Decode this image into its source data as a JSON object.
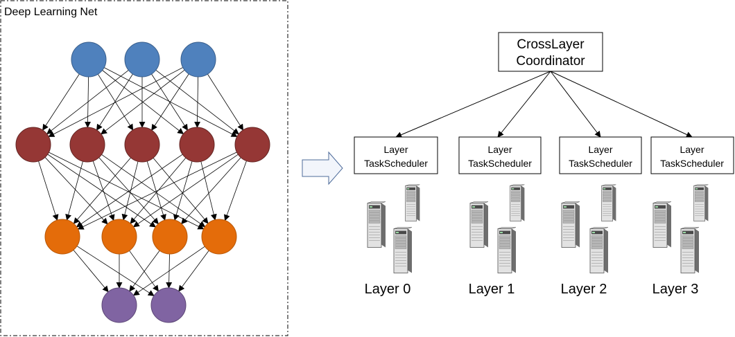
{
  "network": {
    "title": "Deep Learning Net",
    "layers": [
      {
        "color": "#4f81bd",
        "stroke": "#385d8a",
        "nodes": 3
      },
      {
        "color": "#953735",
        "stroke": "#632523",
        "nodes": 5
      },
      {
        "color": "#e46c0a",
        "stroke": "#b65708",
        "nodes": 4
      },
      {
        "color": "#8064a2",
        "stroke": "#5c4776",
        "nodes": 2
      }
    ]
  },
  "coordinator": {
    "line1": "CrossLayer",
    "line2": "Coordinator"
  },
  "schedulers": [
    {
      "line1": "Layer",
      "line2": "TaskScheduler",
      "label": "Layer 0"
    },
    {
      "line1": "Layer",
      "line2": "TaskScheduler",
      "label": "Layer 1"
    },
    {
      "line1": "Layer",
      "line2": "TaskScheduler",
      "label": "Layer 2"
    },
    {
      "line1": "Layer",
      "line2": "TaskScheduler",
      "label": "Layer 3"
    }
  ],
  "arrow_icon": "block-arrow-right-icon",
  "server_icon": "server-tower-icon"
}
